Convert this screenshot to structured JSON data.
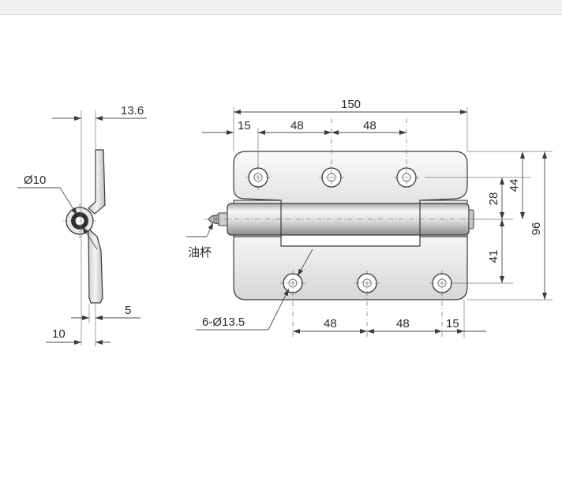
{
  "diagram": {
    "side_view": {
      "thickness_top": "13.6",
      "pin_diameter": "Ø10",
      "offset_right": "5",
      "offset_left": "10"
    },
    "front_view": {
      "overall_width": "150",
      "top_edge_offset": "15",
      "top_hole_pitch_1": "48",
      "top_hole_pitch_2": "48",
      "bottom_hole_pitch_1": "48",
      "bottom_hole_pitch_2": "48",
      "bottom_edge_offset": "15",
      "height_right_upper": "28",
      "height_right_total_upper": "44",
      "height_lower": "41",
      "overall_height": "96",
      "oil_cup_label": "油杯",
      "hole_spec": "6-Ø13.5"
    },
    "colors": {
      "line": "#3a3a3a",
      "leaf_fill_top": "#f4f4f4",
      "leaf_fill_bottom": "#dcdcdc",
      "barrel_light": "#f7f7f7",
      "barrel_dark": "#9a9a9a"
    }
  }
}
